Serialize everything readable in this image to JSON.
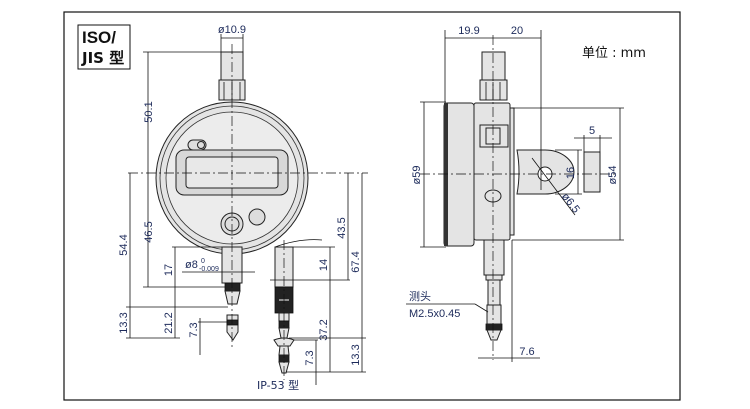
{
  "standard_box": {
    "line1": "ISO/",
    "line2": "JIS 型"
  },
  "unit_label": "单位 : mm",
  "front_view": {
    "dims": {
      "stem_cap_diameter": "ø10.9",
      "cap_height": "50.1",
      "total_to_tip": "54.4",
      "to_stem_bottom": "46.5",
      "stem_length": "17",
      "stem_diameter": "ø8",
      "stem_tol_upper": "0",
      "stem_tol_lower": "-0.009",
      "tip_length": "13.3",
      "tip_range": "21.2",
      "contact_point": "7.3"
    }
  },
  "ip53_view": {
    "label": "IP-53 型",
    "dims": {
      "body": "43.5",
      "total": "67.4",
      "stem": "14",
      "stem_to_tip": "37.2",
      "tip": "13.3",
      "contact_point": "7.3"
    }
  },
  "side_view": {
    "dims": {
      "back_depth": "19.9",
      "lug_offset": "20",
      "body_diameter": "ø59",
      "dial_diameter": "ø54",
      "lug_height": "16",
      "lug_thickness": "5",
      "hole_diameter": "ø6.5",
      "tip_offset": "7.6"
    },
    "probe_label": "测头",
    "probe_thread": "M2.5x0.45"
  }
}
